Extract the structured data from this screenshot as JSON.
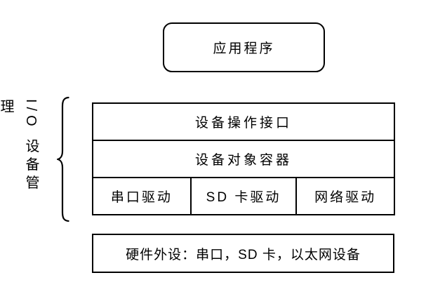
{
  "diagram": {
    "title_box": {
      "label": "应用程序"
    },
    "side_label": {
      "text": "I/O 设备管理"
    },
    "stack": {
      "layers": [
        {
          "label": "设备操作接口"
        },
        {
          "label": "设备对象容器"
        }
      ],
      "drivers": [
        {
          "label": "串口驱动"
        },
        {
          "label": "SD 卡驱动"
        },
        {
          "label": "网络驱动"
        }
      ]
    },
    "hardware_box": {
      "label": "硬件外设：串口，SD 卡，以太网设备"
    },
    "colors": {
      "stroke": "#000000",
      "background": "#ffffff",
      "text": "#000000"
    }
  }
}
